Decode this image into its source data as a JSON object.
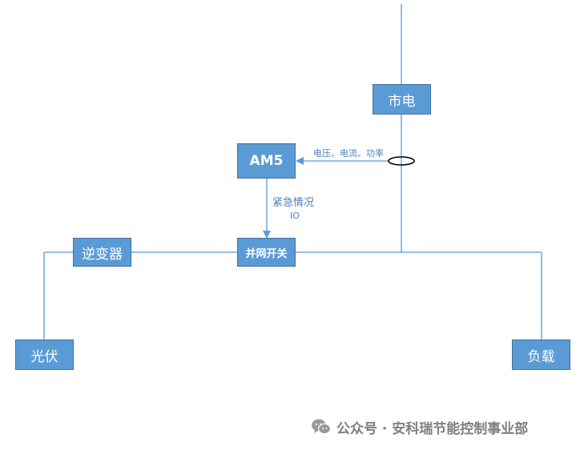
{
  "nodes": {
    "grid": "市电",
    "am5": "AM5",
    "switch": "并网开关",
    "inverter": "逆变器",
    "pv": "光伏",
    "load": "负载"
  },
  "labels": {
    "measure": "电压、电流、功率",
    "emergency": "紧急情况",
    "io": "IO"
  },
  "watermark": {
    "text": "公众号 · 安科瑞节能控制事业部",
    "icon": "wechat-icon"
  },
  "colors": {
    "box_fill": "#5b9bd5",
    "box_border": "#41719c",
    "line": "#5b9bd5",
    "label": "#4a80c0",
    "ct_ring": "#000000"
  }
}
